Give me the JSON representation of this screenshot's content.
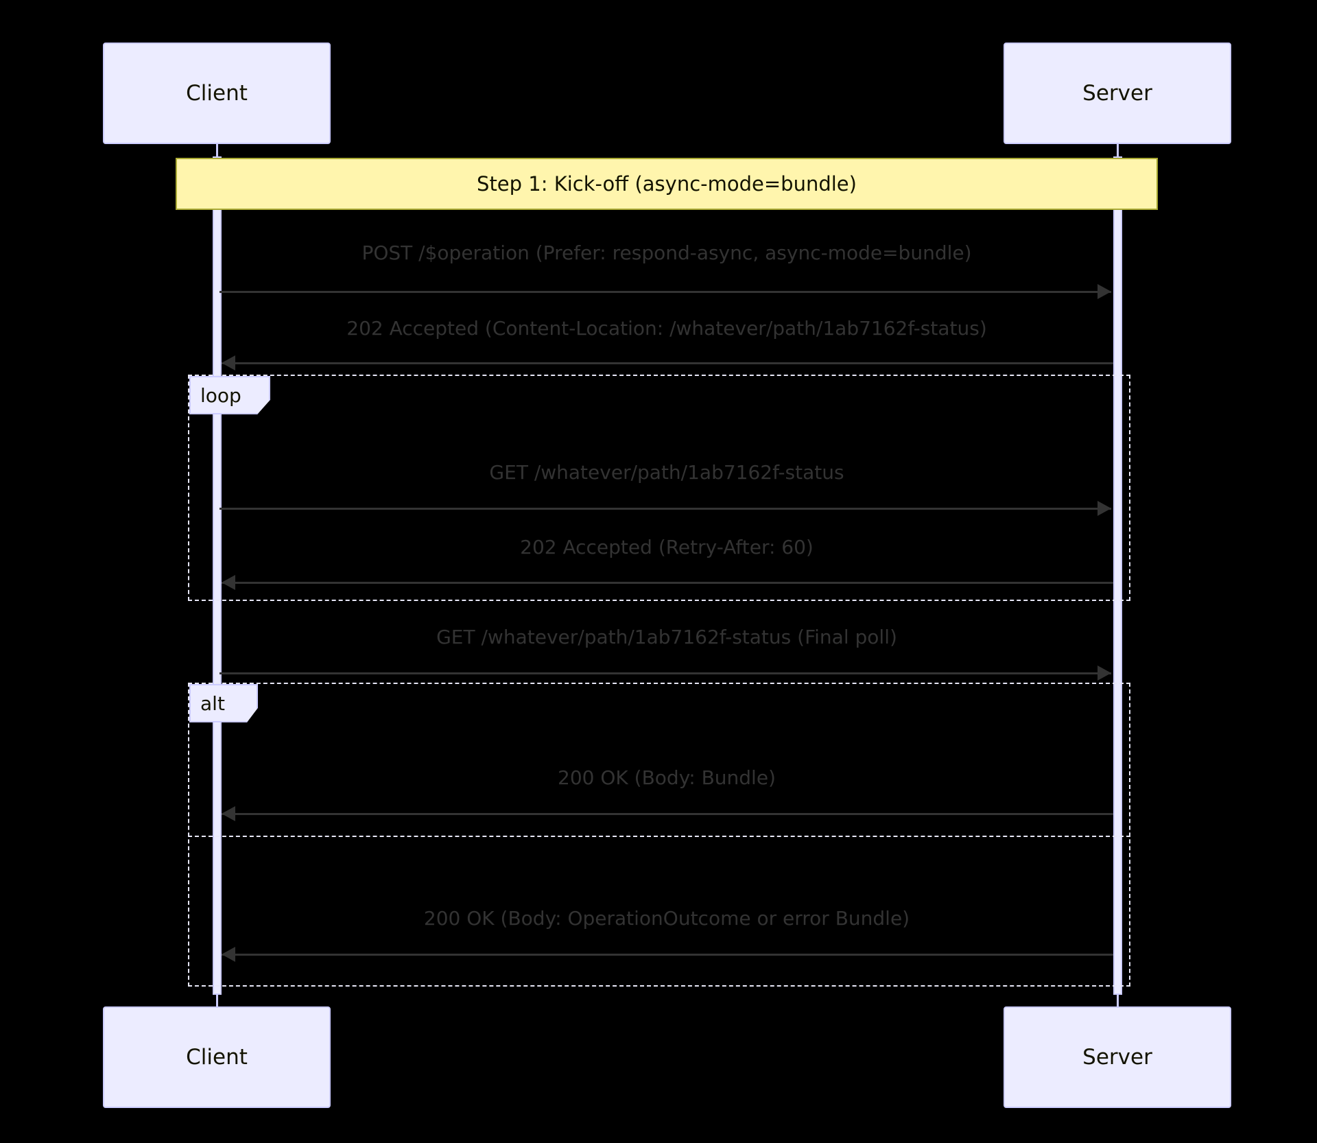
{
  "diagram": {
    "type": "sequence-diagram",
    "background_color": "#000000",
    "actor_fill": "#ECECFF",
    "actor_stroke": "#CCCCFF",
    "note_fill": "#FFF5AD",
    "note_stroke": "#AAAA33",
    "message_color": "#333333",
    "fragment_stroke": "#E8E8F8"
  },
  "participants": [
    {
      "id": "client",
      "label": "Client"
    },
    {
      "id": "server",
      "label": "Server"
    }
  ],
  "participants_bottom": [
    {
      "id": "client",
      "label": "Client"
    },
    {
      "id": "server",
      "label": "Server"
    }
  ],
  "note": {
    "label": "Step 1: Kick-off (async-mode=bundle)"
  },
  "fragments": [
    {
      "id": "loop",
      "label": "loop"
    },
    {
      "id": "alt",
      "label": "alt"
    }
  ],
  "messages": [
    {
      "id": "m1",
      "label": "POST /$operation (Prefer: respond-async, async-mode=bundle)",
      "from": "client",
      "to": "server",
      "direction": "right"
    },
    {
      "id": "m2",
      "label": "202 Accepted (Content-Location: /whatever/path/1ab7162f-status)",
      "from": "server",
      "to": "client",
      "direction": "left"
    },
    {
      "id": "m3",
      "label": "GET /whatever/path/1ab7162f-status",
      "from": "client",
      "to": "server",
      "direction": "right"
    },
    {
      "id": "m4",
      "label": "202 Accepted (Retry-After: 60)",
      "from": "server",
      "to": "client",
      "direction": "left"
    },
    {
      "id": "m5",
      "label": "GET /whatever/path/1ab7162f-status (Final poll)",
      "from": "client",
      "to": "server",
      "direction": "right"
    },
    {
      "id": "m6",
      "label": "200 OK (Body: Bundle)",
      "from": "server",
      "to": "client",
      "direction": "left"
    },
    {
      "id": "m7",
      "label": "200 OK (Body: OperationOutcome or error Bundle)",
      "from": "server",
      "to": "client",
      "direction": "left"
    }
  ]
}
